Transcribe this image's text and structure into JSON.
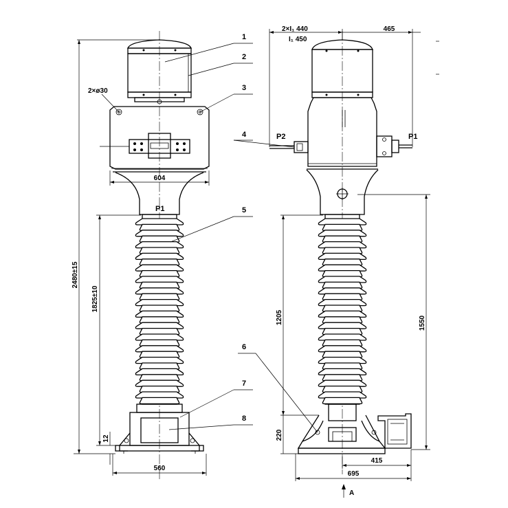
{
  "callouts": [
    "1",
    "2",
    "3",
    "4",
    "5",
    "6",
    "7",
    "8"
  ],
  "annotations": {
    "holes": "2×ø30",
    "terminal_left": "P2",
    "terminal_right": "P1",
    "terminal_front": "P1",
    "view_arrow": "A"
  },
  "dimensions": {
    "overall_height": "2480±15",
    "insulator_height": "1825±10",
    "base_plate": "12",
    "head_width": "604",
    "base_width": "560",
    "height_1205": "1205",
    "height_1550": "1550",
    "base_height": "220",
    "base_depth": "695",
    "box_offset": "415",
    "terminal_spacing": "2×I₁ 440",
    "terminal_spacing_2": "I₁ 450",
    "terminal_offset": "465"
  }
}
